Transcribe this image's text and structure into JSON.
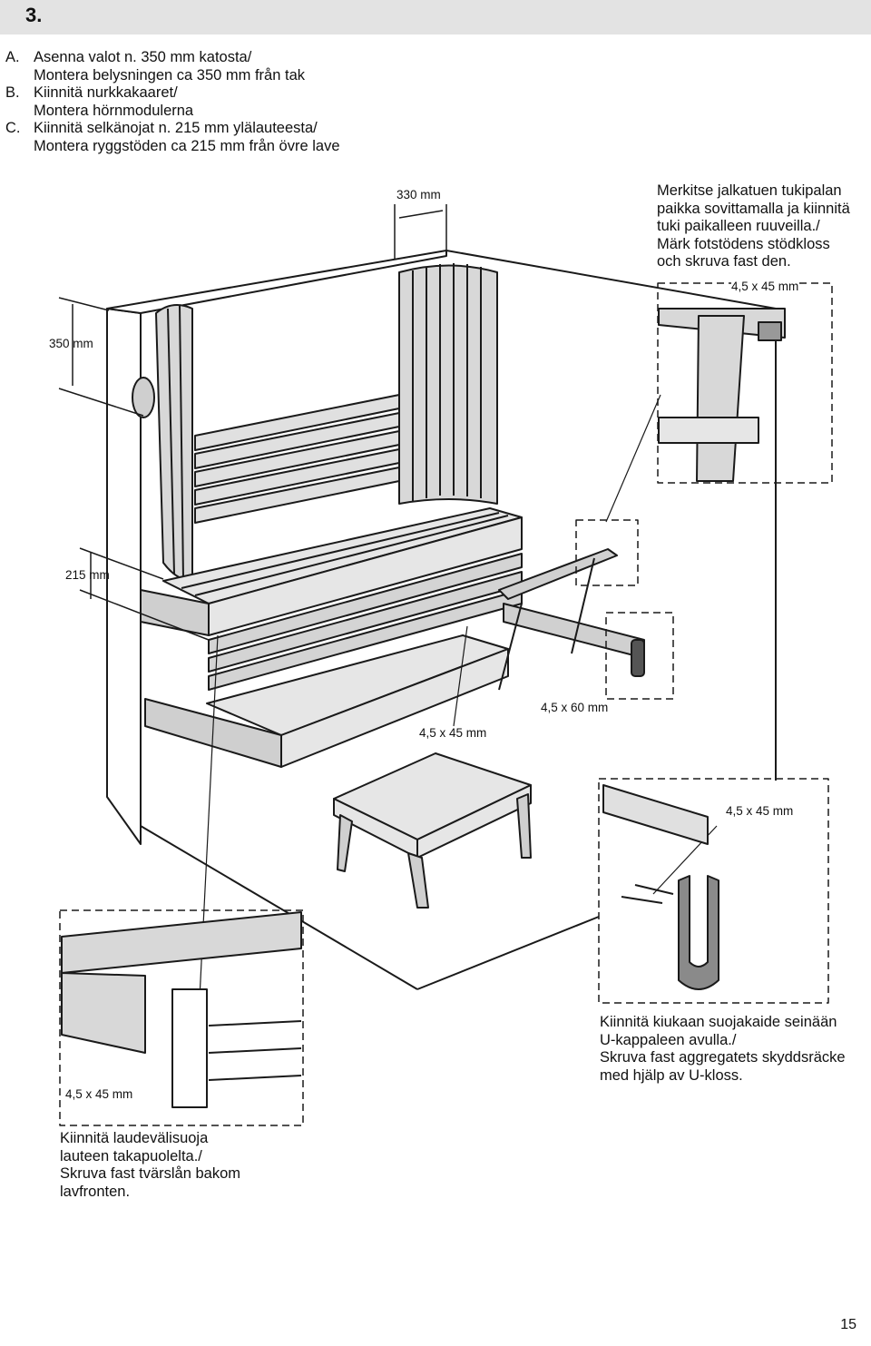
{
  "section": {
    "number": "3."
  },
  "steps": [
    {
      "letter": "A.",
      "line1": "Asenna valot n. 350 mm katosta/",
      "line2": "Montera belysningen ca 350 mm från tak"
    },
    {
      "letter": "B.",
      "line1": "Kiinnitä nurkkakaaret/",
      "line2": "Montera hörnmodulerna"
    },
    {
      "letter": "C.",
      "line1": "Kiinnitä selkänojat n. 215 mm ylälauteesta/",
      "line2": "Montera ryggstöden ca 215 mm från övre lave"
    }
  ],
  "dimensions": {
    "top_width": "330 mm",
    "light_height": "350 mm",
    "backrest_height": "215 mm",
    "screw_support": "4,5 x 45 mm",
    "screw_bench": "4,5 x 45 mm",
    "screw_rail": "4,5 x 60 mm",
    "screw_ubracket": "4,5 x 45 mm",
    "screw_crossbar": "4,5 x 45 mm"
  },
  "notes": {
    "support": "Merkitse jalkatuen tukipalan\npaikka sovittamalla ja kiinnitä\ntuki paikalleen ruuveilla./\nMärk fotstödens stödkloss\noch skruva fast den.",
    "heater_guard": "Kiinnitä kiukaan suojakaide seinään\nU-kappaleen avulla./\nSkruva fast aggregatets skyddsräcke\nmed hjälp av U-kloss.",
    "crossbar": "Kiinnitä laudevälisuoja\nlauteen takapuolelta./\nSkruva fast tvärslån bakom\nlavfronten."
  },
  "page": {
    "number": "15"
  }
}
